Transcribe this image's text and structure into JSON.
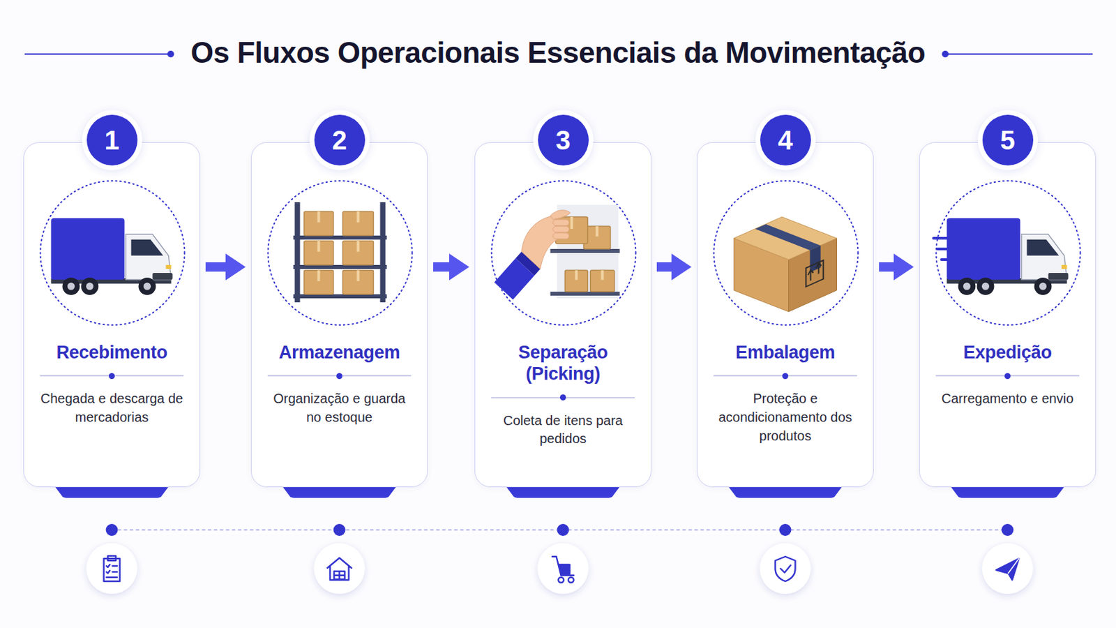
{
  "diagram": {
    "title": "Os Fluxos Operacionais Essenciais da Movimentação",
    "nodes": [
      {
        "text": [
          "1",
          "Recebimento",
          "Chegada e descarga de mercadorias"
        ]
      },
      {
        "text": [
          "2",
          "Armazenagem",
          "Organização e guarda no estoque"
        ]
      },
      {
        "text": [
          "3",
          "Separação (Picking)",
          "Coleta de itens para pedidos"
        ]
      },
      {
        "text": [
          "4",
          "Embalagem",
          "Proteção e acondicionamento dos produtos"
        ]
      },
      {
        "text": [
          "5",
          "Expedição",
          "Carregamento e envio"
        ]
      }
    ],
    "edges": [
      {
        "from": 0,
        "to": 1,
        "arrow": "to"
      },
      {
        "from": 1,
        "to": 2,
        "arrow": "to"
      },
      {
        "from": 2,
        "to": 3,
        "arrow": "to"
      },
      {
        "from": 3,
        "to": 4,
        "arrow": "to"
      }
    ]
  }
}
